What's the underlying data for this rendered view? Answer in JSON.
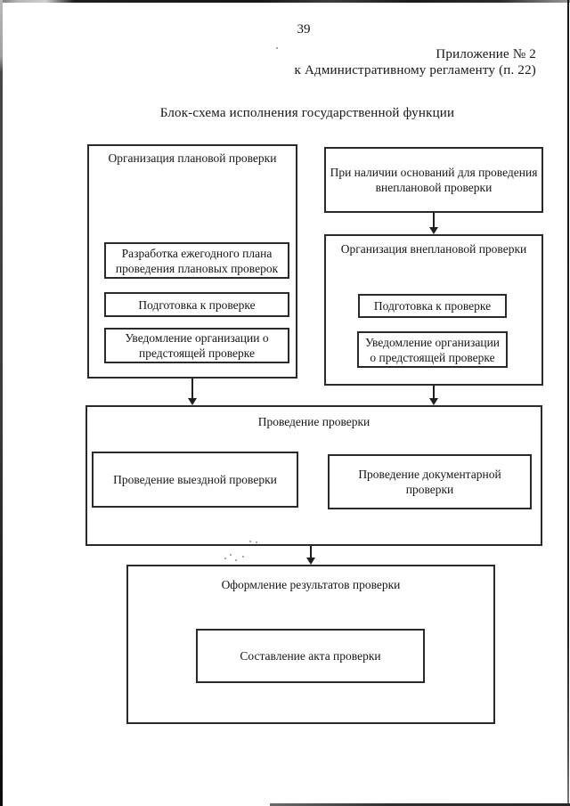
{
  "page": {
    "number": "39",
    "appendix": {
      "line1": "Приложение № 2",
      "line2": "к Административному регламенту (п. 22)"
    },
    "title": "Блок-схема исполнения государственной функции"
  },
  "flowchart": {
    "planned": {
      "title": "Организация плановой проверки",
      "steps": [
        "Разработка ежегодного плана проведения плановых проверок",
        "Подготовка к проверке",
        "Уведомление организации о предстоящей проверке"
      ]
    },
    "unplanned_condition": "При наличии оснований для проведения внеплановой проверки",
    "unplanned": {
      "title": "Организация внеплановой проверки",
      "steps": [
        "Подготовка к проверке",
        "Уведомление организации о предстоящей проверке"
      ]
    },
    "conduct": {
      "title": "Проведение проверки",
      "steps": [
        "Проведение выездной проверки",
        "Проведение документарной проверки"
      ]
    },
    "results": {
      "title": "Оформление результатов проверки",
      "steps": [
        "Составление акта проверки"
      ]
    }
  },
  "colors": {
    "ink": "#161616",
    "box_border": "#2a2a2a",
    "background": "#ffffff"
  }
}
